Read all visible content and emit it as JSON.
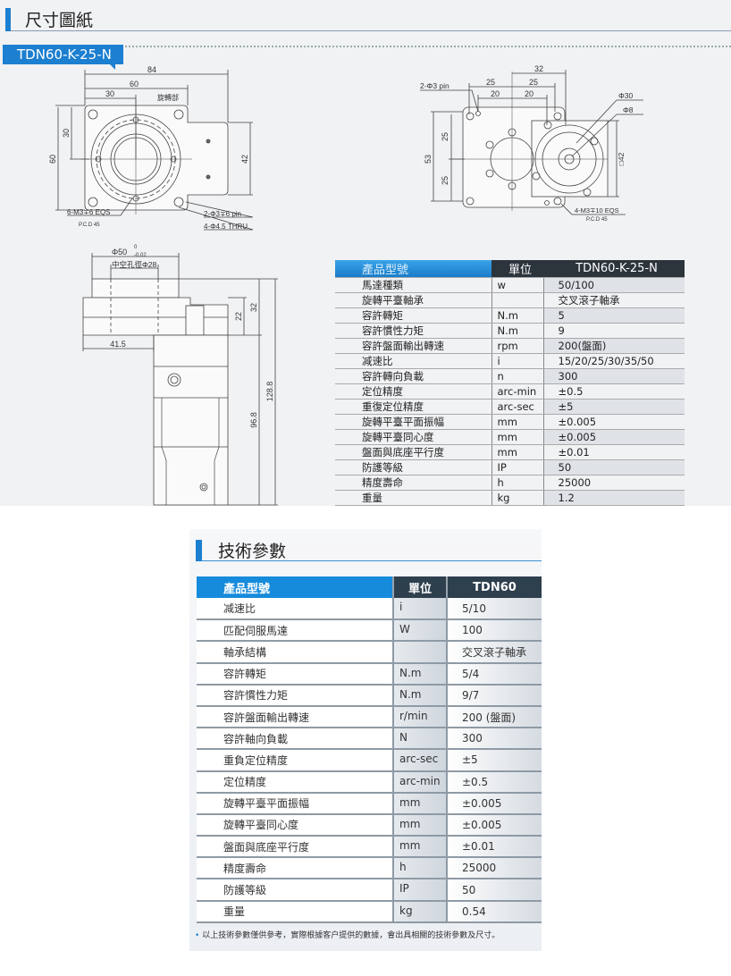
{
  "section1": {
    "title": "尺寸圖紙",
    "model_tab": "TDN60-K-25-N"
  },
  "drawing_top": {
    "d84": "84",
    "d60": "60",
    "d30": "30",
    "rot": "旋轉部",
    "v60": "60",
    "v30": "30",
    "v42": "42",
    "m3": "6-M3∓6 EQS",
    "pcd": "P.C.D 45",
    "pin": "2-Φ3∓6 pin",
    "thru": "4-Φ4.5 THRU"
  },
  "drawing_motor": {
    "d32": "32",
    "pin": "2-Φ3 pin",
    "d25a": "25",
    "d25b": "25",
    "d20a": "20",
    "d20b": "20",
    "phi30": "Φ30",
    "phi8": "Φ8",
    "sq42": "□42",
    "v53": "53",
    "v25a": "25",
    "v25b": "25",
    "m3": "4-M3∓10 EQS",
    "pcd": "P.C.D 45"
  },
  "drawing_side": {
    "phi50": "Φ50",
    "tol_up": "0",
    "tol_low": "-0.02",
    "hollow": "中空孔徑Φ28",
    "d41": "41.5",
    "d22": "22",
    "d32": "32",
    "d128": "128.8",
    "d96": "96.8"
  },
  "table1": {
    "headers": [
      "產品型號",
      "單位",
      "TDN60-K-25-N"
    ],
    "rows": [
      [
        "馬達種類",
        "w",
        "50/100"
      ],
      [
        "旋轉平臺軸承",
        "",
        "交叉滾子軸承"
      ],
      [
        "容許轉矩",
        "N.m",
        "5"
      ],
      [
        "容許慣性力矩",
        "N.m",
        "9"
      ],
      [
        "容許盤面輸出轉速",
        "rpm",
        "200(盤面)"
      ],
      [
        "减速比",
        "i",
        "15/20/25/30/35/50"
      ],
      [
        "容許轉向負載",
        "n",
        "300"
      ],
      [
        "定位精度",
        "arc-min",
        "±0.5"
      ],
      [
        "重復定位精度",
        "arc-sec",
        "±5"
      ],
      [
        "旋轉平臺平面振幅",
        "mm",
        "±0.005"
      ],
      [
        "旋轉平臺同心度",
        "mm",
        "±0.005"
      ],
      [
        "盤面與底座平行度",
        "mm",
        "±0.01"
      ],
      [
        "防護等級",
        "IP",
        "50"
      ],
      [
        "精度壽命",
        "h",
        "25000"
      ],
      [
        "重量",
        "kg",
        "1.2"
      ]
    ]
  },
  "section2": {
    "title": "技術參數",
    "note_bullet": "•",
    "note": "以上技術參數僅供參考，實際根據客户提供的數據，會出具相關的技術參數及尺寸。"
  },
  "table2": {
    "headers": [
      "產品型號",
      "單位",
      "TDN60"
    ],
    "rows": [
      [
        "减速比",
        "i",
        "5/10"
      ],
      [
        "匹配伺服馬達",
        "W",
        "100"
      ],
      [
        "軸承結構",
        "",
        "交叉滾子軸承"
      ],
      [
        "容許轉矩",
        "N.m",
        "5/4"
      ],
      [
        "容許慣性力矩",
        "N.m",
        "9/7"
      ],
      [
        "容許盤面輸出轉速",
        "r/min",
        "200 (盤面)"
      ],
      [
        "容許軸向負載",
        "N",
        "300"
      ],
      [
        "重負定位精度",
        "arc-sec",
        "±5"
      ],
      [
        "定位精度",
        "arc-min",
        "±0.5"
      ],
      [
        "旋轉平臺平面振幅",
        "mm",
        "±0.005"
      ],
      [
        "旋轉平臺同心度",
        "mm",
        "±0.005"
      ],
      [
        "盤面與底座平行度",
        "mm",
        "±0.01"
      ],
      [
        "精度壽命",
        "h",
        "25000"
      ],
      [
        "防護等級",
        "IP",
        "50"
      ],
      [
        "重量",
        "kg",
        "0.54"
      ]
    ]
  }
}
